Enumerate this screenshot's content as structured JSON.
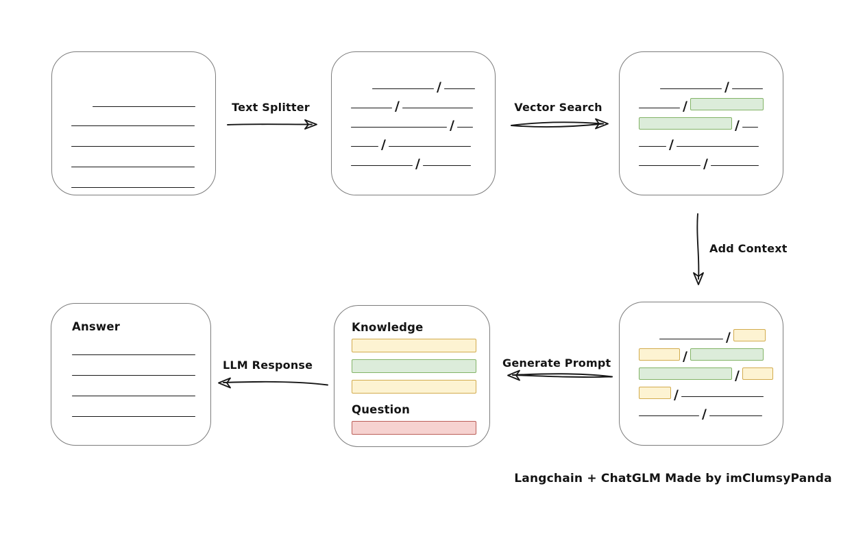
{
  "caption": "Langchain + ChatGLM Made by imClumsyPanda",
  "colors": {
    "green_fill": "#dcecda",
    "green_stroke": "#82b366",
    "yellow_fill": "#fdf3d2",
    "yellow_stroke": "#d2ab4d",
    "red_fill": "#f6d2d0",
    "red_stroke": "#bb5e58",
    "line": "#161616",
    "box_border": "#7b7b7b"
  },
  "arrow_labels": {
    "text_splitter": "Text Splitter",
    "vector_search": "Vector Search",
    "add_context": "Add Context",
    "generate_prompt": "Generate Prompt",
    "llm_response": "LLM Response"
  },
  "boxes": {
    "source_document": {
      "rows": [
        {
          "mt": 26,
          "indent": 31,
          "segs": [
            {
              "t": "line",
              "w": 150
            }
          ]
        },
        {
          "mt": 8,
          "segs": [
            {
              "t": "line",
              "w": 180
            }
          ]
        },
        {
          "mt": 10,
          "segs": [
            {
              "t": "line",
              "w": 180
            }
          ]
        },
        {
          "mt": 10,
          "segs": [
            {
              "t": "line",
              "w": 180
            }
          ]
        },
        {
          "mt": 10,
          "segs": [
            {
              "t": "line",
              "w": 180
            }
          ]
        }
      ]
    },
    "split_chunks": {
      "rows": [
        {
          "mt": 0,
          "indent": 31,
          "segs": [
            {
              "t": "line",
              "w": 90
            },
            {
              "t": "slash"
            },
            {
              "t": "line",
              "w": 45
            }
          ]
        },
        {
          "mt": 8,
          "segs": [
            {
              "t": "line",
              "w": 60
            },
            {
              "t": "slash"
            },
            {
              "t": "line",
              "w": 103
            }
          ]
        },
        {
          "mt": 8,
          "segs": [
            {
              "t": "line",
              "w": 140
            },
            {
              "t": "slash"
            },
            {
              "t": "line",
              "w": 23
            }
          ]
        },
        {
          "mt": 8,
          "segs": [
            {
              "t": "line",
              "w": 40
            },
            {
              "t": "slash"
            },
            {
              "t": "line",
              "w": 120
            }
          ]
        },
        {
          "mt": 8,
          "segs": [
            {
              "t": "line",
              "w": 90
            },
            {
              "t": "slash"
            },
            {
              "t": "line",
              "w": 70
            }
          ]
        }
      ]
    },
    "vector_matches": {
      "rows": [
        {
          "mt": 0,
          "indent": 31,
          "segs": [
            {
              "t": "line",
              "w": 90
            },
            {
              "t": "slash"
            },
            {
              "t": "line",
              "w": 45
            }
          ]
        },
        {
          "mt": 8,
          "segs": [
            {
              "t": "line",
              "w": 60
            },
            {
              "t": "slash"
            },
            {
              "t": "chunk",
              "c": "green",
              "w": 107
            }
          ]
        },
        {
          "mt": 8,
          "segs": [
            {
              "t": "chunk",
              "c": "green",
              "w": 136
            },
            {
              "t": "slash"
            },
            {
              "t": "line",
              "w": 23
            }
          ]
        },
        {
          "mt": 8,
          "segs": [
            {
              "t": "line",
              "w": 40
            },
            {
              "t": "slash"
            },
            {
              "t": "line",
              "w": 120
            }
          ]
        },
        {
          "mt": 8,
          "segs": [
            {
              "t": "line",
              "w": 90
            },
            {
              "t": "slash"
            },
            {
              "t": "line",
              "w": 70
            }
          ]
        }
      ]
    },
    "context_chunks": {
      "rows": [
        {
          "mt": 0,
          "indent": 30,
          "segs": [
            {
              "t": "line",
              "w": 93
            },
            {
              "t": "slash"
            },
            {
              "t": "chunk",
              "c": "yellow",
              "w": 47
            }
          ]
        },
        {
          "mt": 8,
          "segs": [
            {
              "t": "chunk",
              "c": "yellow",
              "w": 60
            },
            {
              "t": "slash"
            },
            {
              "t": "chunk",
              "c": "green",
              "w": 107
            }
          ]
        },
        {
          "mt": 8,
          "segs": [
            {
              "t": "chunk",
              "c": "green",
              "w": 136
            },
            {
              "t": "slash"
            },
            {
              "t": "chunk",
              "c": "yellow",
              "w": 45
            }
          ]
        },
        {
          "mt": 8,
          "segs": [
            {
              "t": "chunk",
              "c": "yellow",
              "w": 47
            },
            {
              "t": "slash"
            },
            {
              "t": "line",
              "w": 120
            }
          ]
        },
        {
          "mt": 8,
          "segs": [
            {
              "t": "line",
              "w": 88
            },
            {
              "t": "slash"
            },
            {
              "t": "line",
              "w": 77
            }
          ]
        }
      ]
    },
    "prompt": {
      "rows": [
        {
          "mt": 0,
          "text": true,
          "segs": [
            {
              "t": "text",
              "v": "Knowledge",
              "name": "knowledge-label"
            }
          ]
        },
        {
          "mt": 6,
          "segs": [
            {
              "t": "bar",
              "c": "yellow",
              "w": 182
            }
          ]
        },
        {
          "mt": 10,
          "segs": [
            {
              "t": "bar",
              "c": "green",
              "w": 182
            }
          ]
        },
        {
          "mt": 10,
          "segs": [
            {
              "t": "bar",
              "c": "yellow",
              "w": 182
            }
          ]
        },
        {
          "mt": 12,
          "text": true,
          "segs": [
            {
              "t": "text",
              "v": "Question",
              "name": "question-label"
            }
          ]
        },
        {
          "mt": 6,
          "segs": [
            {
              "t": "bar",
              "c": "red",
              "w": 182
            }
          ]
        }
      ]
    },
    "answer": {
      "rows": [
        {
          "mt": 0,
          "text": true,
          "segs": [
            {
              "t": "text",
              "v": "Answer",
              "name": "answer-label"
            }
          ]
        },
        {
          "mt": 11,
          "segs": [
            {
              "t": "line",
              "w": 180
            }
          ]
        },
        {
          "mt": 10,
          "segs": [
            {
              "t": "line",
              "w": 180
            }
          ]
        },
        {
          "mt": 10,
          "segs": [
            {
              "t": "line",
              "w": 180
            }
          ]
        },
        {
          "mt": 10,
          "segs": [
            {
              "t": "line",
              "w": 180
            }
          ]
        }
      ]
    }
  }
}
